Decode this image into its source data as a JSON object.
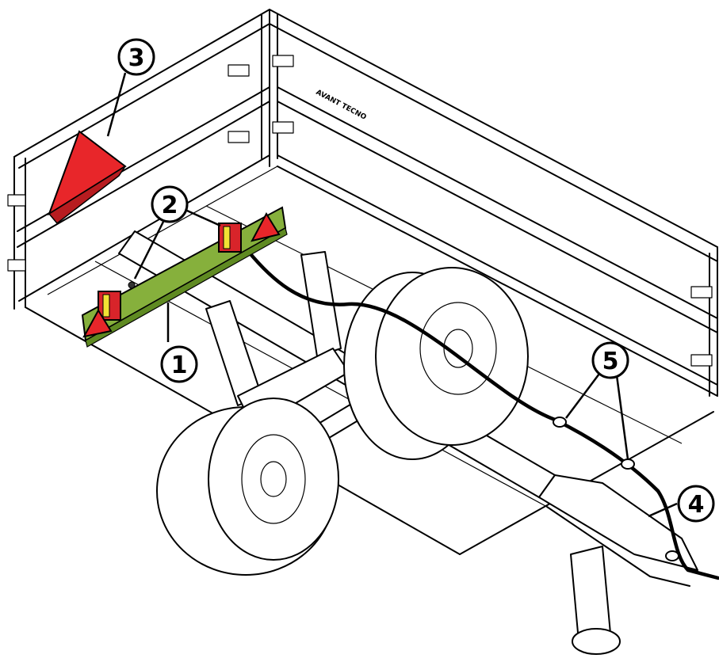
{
  "colors": {
    "triangle_red": "#e8262a",
    "light_red": "#d8242a",
    "light_amber": "#f2e234",
    "bar_green": "#86b03c",
    "line": "#000000",
    "background": "#ffffff"
  },
  "brand_mark": "AVANT TECNO",
  "callouts": [
    {
      "id": "c1",
      "label": "1"
    },
    {
      "id": "c2",
      "label": "2"
    },
    {
      "id": "c3",
      "label": "3"
    },
    {
      "id": "c4",
      "label": "4"
    },
    {
      "id": "c5",
      "label": "5"
    }
  ]
}
